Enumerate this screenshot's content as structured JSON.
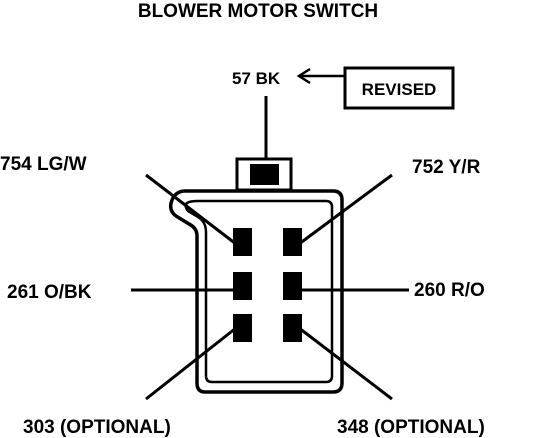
{
  "title": "BLOWER MOTOR SWITCH",
  "revision_note": "REVISED",
  "wires": {
    "top": "57 BK",
    "upper_left": "754 LG/W",
    "upper_right": "752 Y/R",
    "middle_left": "261 O/BK",
    "middle_right": "260 R/O",
    "lower_left": "303 (OPTIONAL)",
    "lower_right": "348 (OPTIONAL)"
  },
  "colors": {
    "ink": "#000000",
    "background": "#ffffff"
  }
}
